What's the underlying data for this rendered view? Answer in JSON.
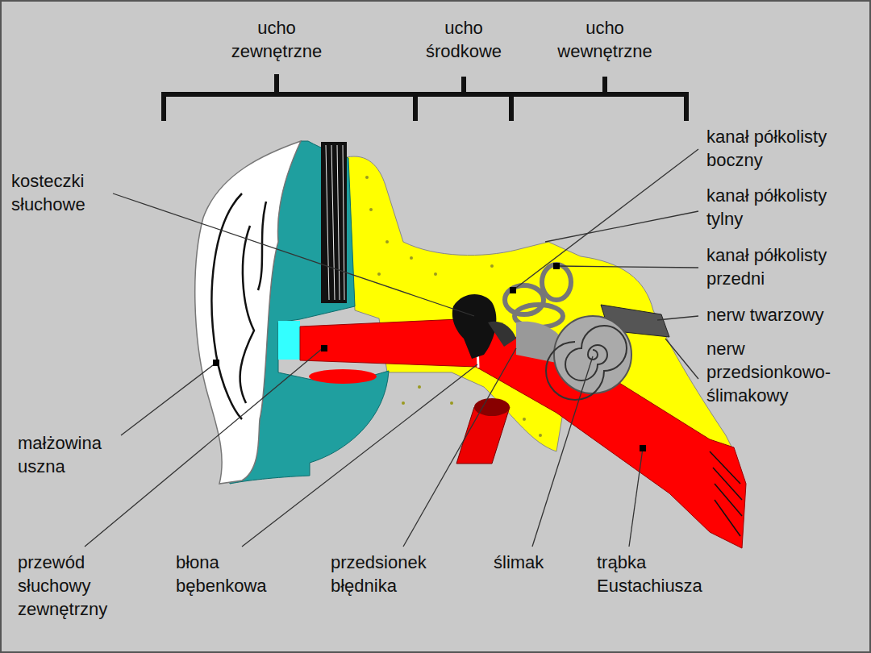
{
  "diagram": {
    "labels": [
      "ucho zewnętrzne",
      "ucho środkowe",
      "ucho wewnętrzne",
      "kosteczki słuchowe",
      "kanał półkolisty boczny",
      "kanał półkolisty tylny",
      "kanał półkolisty przedni",
      "nerw twarzowy",
      "nerw przedsionkowo-ślimakowy",
      "małżowina uszna",
      "przewód słuchowy zewnętrzny",
      "błona bębenkowa",
      "przedsionek błędnika",
      "ślimak",
      "trąbka Eustachiusza"
    ]
  }
}
